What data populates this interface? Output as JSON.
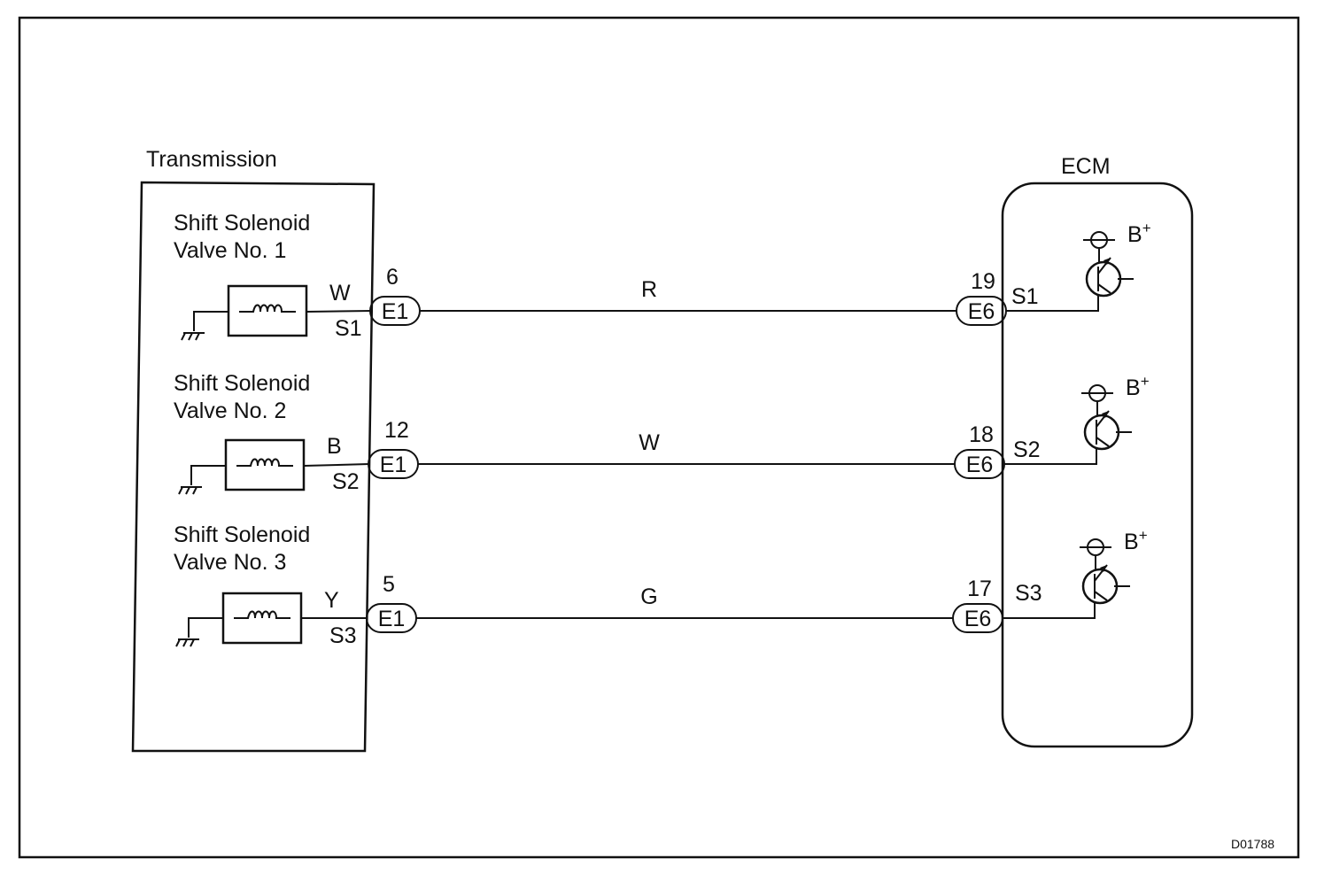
{
  "figure_id": "D01788",
  "transmission": {
    "title": "Transmission",
    "solenoids": [
      {
        "name_line1": "Shift Solenoid",
        "name_line2": "Valve No. 1",
        "wire_color": "W",
        "terminal": "S1"
      },
      {
        "name_line1": "Shift Solenoid",
        "name_line2": "Valve No. 2",
        "wire_color": "B",
        "terminal": "S2"
      },
      {
        "name_line1": "Shift Solenoid",
        "name_line2": "Valve No. 3",
        "wire_color": "Y",
        "terminal": "S3"
      }
    ]
  },
  "connections": [
    {
      "left_connector": "E1",
      "left_pin": "6",
      "harness_color": "R",
      "right_connector": "E6",
      "right_pin": "19"
    },
    {
      "left_connector": "E1",
      "left_pin": "12",
      "harness_color": "W",
      "right_connector": "E6",
      "right_pin": "18"
    },
    {
      "left_connector": "E1",
      "left_pin": "5",
      "harness_color": "G",
      "right_connector": "E6",
      "right_pin": "17"
    }
  ],
  "ecm": {
    "title": "ECM",
    "outputs": [
      {
        "terminal": "S1",
        "supply": "B",
        "supply_sup": "+"
      },
      {
        "terminal": "S2",
        "supply": "B",
        "supply_sup": "+"
      },
      {
        "terminal": "S3",
        "supply": "B",
        "supply_sup": "+"
      }
    ]
  }
}
